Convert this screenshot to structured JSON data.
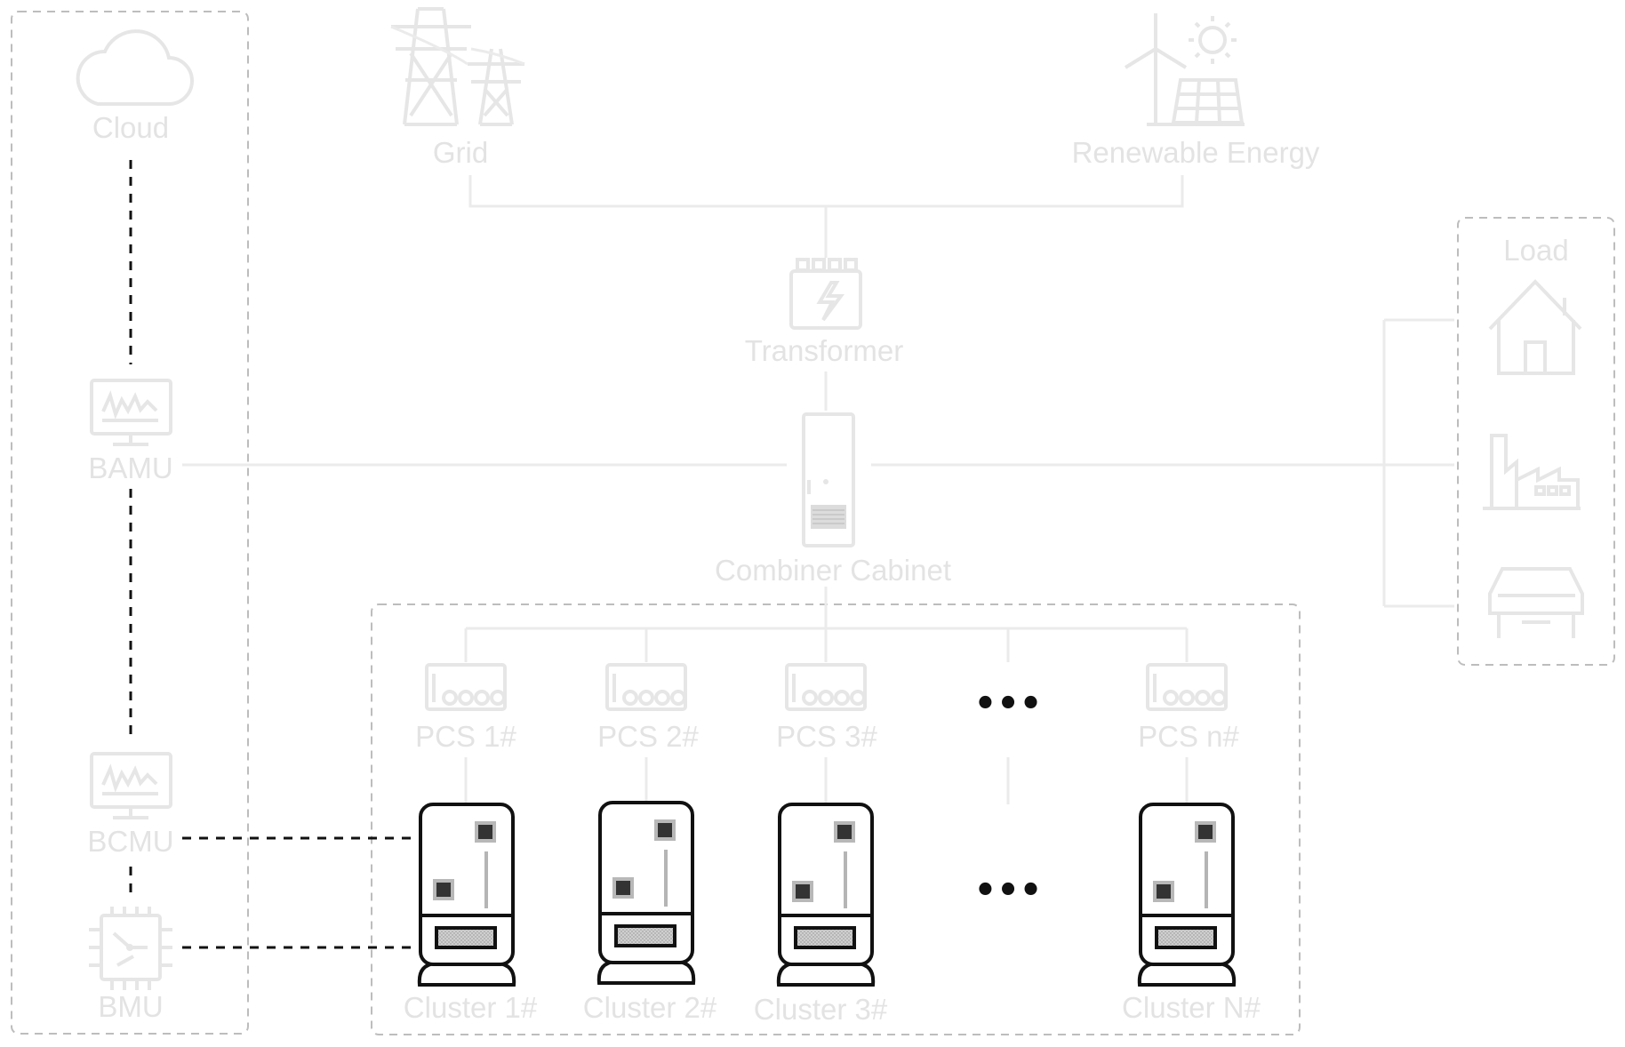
{
  "labels": {
    "cloud": "Cloud",
    "bamu": "BAMU",
    "bcmu": "BCMU",
    "bmu": "BMU",
    "grid": "Grid",
    "renewable": "Renewable Energy",
    "transformer": "Transformer",
    "combiner": "Combiner Cabinet",
    "load": "Load",
    "pcs": [
      "PCS 1#",
      "PCS 2#",
      "PCS 3#",
      "PCS n#"
    ],
    "clusters": [
      "Cluster 1#",
      "Cluster 2#",
      "Cluster 3#",
      "Cluster N#"
    ],
    "ellipsis_pcs": "•••",
    "ellipsis_clusters": "•••"
  },
  "icons": {
    "cloud": "cloud-icon",
    "bamu": "monitor-icon",
    "bcmu": "monitor-icon",
    "bmu": "circuit-board-icon",
    "grid": "power-tower-icon",
    "renewable": "wind-solar-icon",
    "transformer": "transformer-icon",
    "combiner": "cabinet-icon",
    "load_items": [
      "house-icon",
      "factory-icon",
      "car-icon"
    ],
    "pcs": "pcs-inverter-icon",
    "cluster": "battery-cluster-icon"
  },
  "colors": {
    "faded": "#e3e3e3",
    "active": "#111111",
    "group_border": "#bdbdbd",
    "chip": "#333333"
  }
}
